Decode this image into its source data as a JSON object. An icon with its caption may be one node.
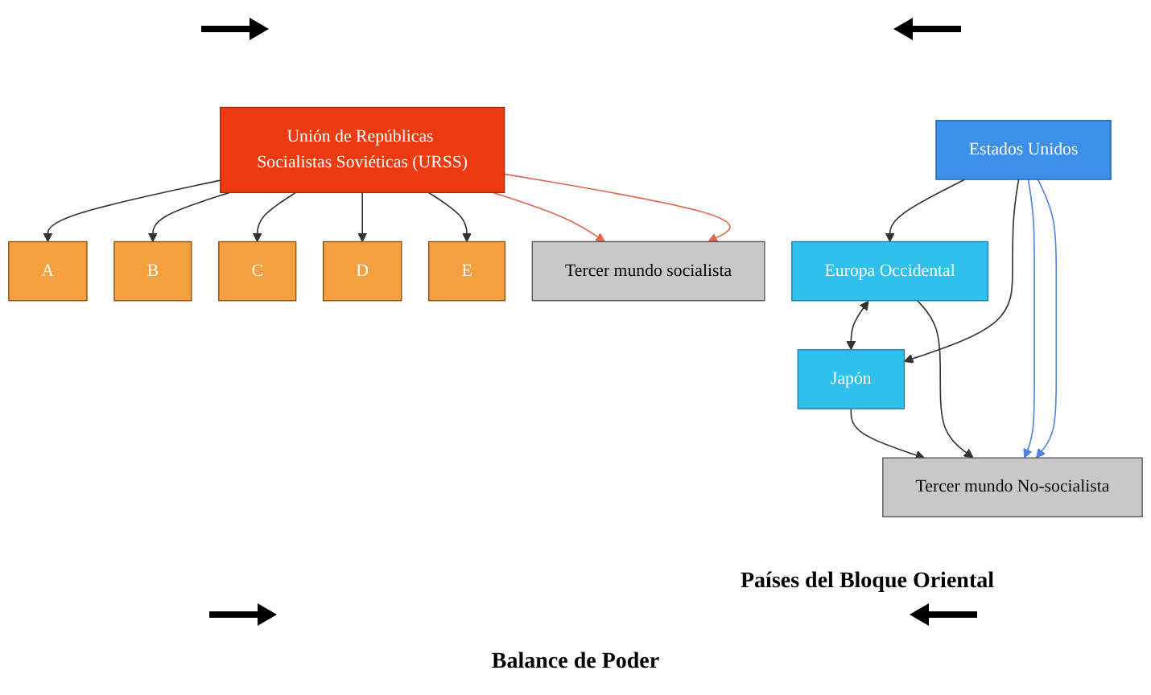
{
  "diagram": {
    "caption": "Balance de Poder",
    "nodes": [
      {
        "text": [
          "Estados Unidos"
        ]
      },
      {
        "text": [
          "Europa Occidental"
        ]
      },
      {
        "text": [
          "Japón"
        ]
      },
      {
        "text": [
          "Tercer mundo No-socialista"
        ]
      },
      {
        "text": [
          "Unión de Repúblicas Socialistas Soviéticas (URSS)"
        ]
      },
      {
        "text": [
          "A"
        ]
      },
      {
        "text": [
          "B"
        ]
      },
      {
        "text": [
          "C"
        ]
      },
      {
        "text": [
          "D"
        ]
      },
      {
        "text": [
          "E"
        ]
      },
      {
        "text": [
          "Tercer mundo socialista"
        ]
      }
    ],
    "edges": [
      {
        "from": 0,
        "to": 1,
        "arrow": "to"
      },
      {
        "from": 0,
        "to": 2,
        "arrow": "to"
      },
      {
        "from": 1,
        "to": 2,
        "arrow": "both"
      },
      {
        "from": 1,
        "to": 3,
        "arrow": "to"
      },
      {
        "from": 0,
        "to": 3,
        "arrow": "to",
        "color": "#4f86d9"
      },
      {
        "from": 0,
        "to": 3,
        "arrow": "to",
        "color": "#4f86d9"
      },
      {
        "from": 2,
        "to": 3,
        "arrow": "to"
      },
      {
        "from": 4,
        "to": 5,
        "arrow": "to"
      },
      {
        "from": 4,
        "to": 6,
        "arrow": "to"
      },
      {
        "from": 4,
        "to": 7,
        "arrow": "to"
      },
      {
        "from": 4,
        "to": 8,
        "arrow": "to"
      },
      {
        "from": 4,
        "to": 9,
        "arrow": "to"
      },
      {
        "from": 4,
        "to": 10,
        "arrow": "to",
        "color": "#e0664f"
      },
      {
        "from": 4,
        "to": 10,
        "arrow": "to",
        "color": "#e0664f"
      }
    ],
    "labels": [
      "Países del Bloque Oriental"
    ]
  }
}
